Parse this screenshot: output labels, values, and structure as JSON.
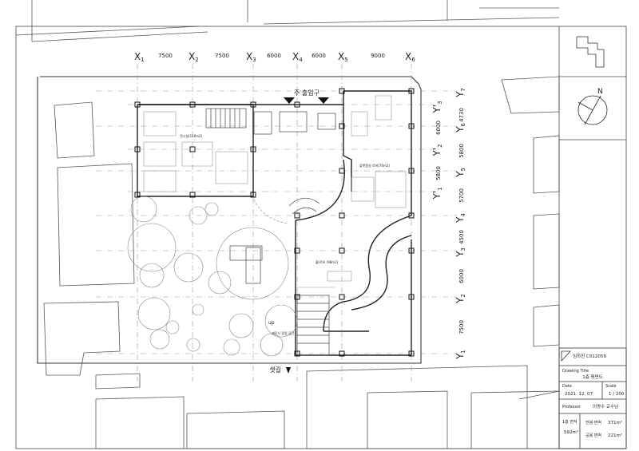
{
  "grid_x": {
    "labels": [
      {
        "letter": "X",
        "sub": "1"
      },
      {
        "letter": "X",
        "sub": "2"
      },
      {
        "letter": "X",
        "sub": "3"
      },
      {
        "letter": "X",
        "sub": "4"
      },
      {
        "letter": "X",
        "sub": "5"
      },
      {
        "letter": "X",
        "sub": "6"
      }
    ],
    "spacings": [
      "7500",
      "7500",
      "6000",
      "6000",
      "9000"
    ]
  },
  "grid_y": {
    "labels": [
      {
        "letter": "Y",
        "sub": "7"
      },
      {
        "letter": "Y'",
        "sub": "3"
      },
      {
        "letter": "Y",
        "sub": "6"
      },
      {
        "letter": "Y'",
        "sub": "2"
      },
      {
        "letter": "Y",
        "sub": "5"
      },
      {
        "letter": "Y'",
        "sub": "1"
      },
      {
        "letter": "Y",
        "sub": "4"
      },
      {
        "letter": "Y",
        "sub": "3"
      },
      {
        "letter": "Y",
        "sub": "2"
      },
      {
        "letter": "Y",
        "sub": "1"
      }
    ],
    "spacings": [
      "4730",
      "5800",
      "5700",
      "5800",
      "6000",
      "4500",
      "6000",
      "7500"
    ]
  },
  "labels": {
    "main_entrance": "주 출입구",
    "side_path": "샛길",
    "up": "up",
    "room_left": "전시실(120m2)",
    "room_right": "플랫폼실 로비(70m2)",
    "room_center": "홀/로비 (98m2)",
    "room_bottom": "계단식 광장 공간"
  },
  "title_block": {
    "student": "임하진 C012059",
    "drawing_title_label": "Drawing Title",
    "drawing_title": "1층 평면도",
    "date_label": "Date",
    "date": "2021. 12. 07",
    "scale_label": "Scale",
    "scale": "1 / 200",
    "professor_label": "Professor",
    "professor": "이명수 교수님",
    "floor_area_label": "1층 면적",
    "floor_area": "592m²",
    "exclusive_label": "전용 면적",
    "exclusive_value": "371m²",
    "common_label": "공용 면적",
    "common_value": "221m²"
  },
  "icons": [
    "north-arrow-icon",
    "key-plan-icon",
    "stair-icon",
    "tree-icon",
    "entrance-arrow-icon"
  ]
}
